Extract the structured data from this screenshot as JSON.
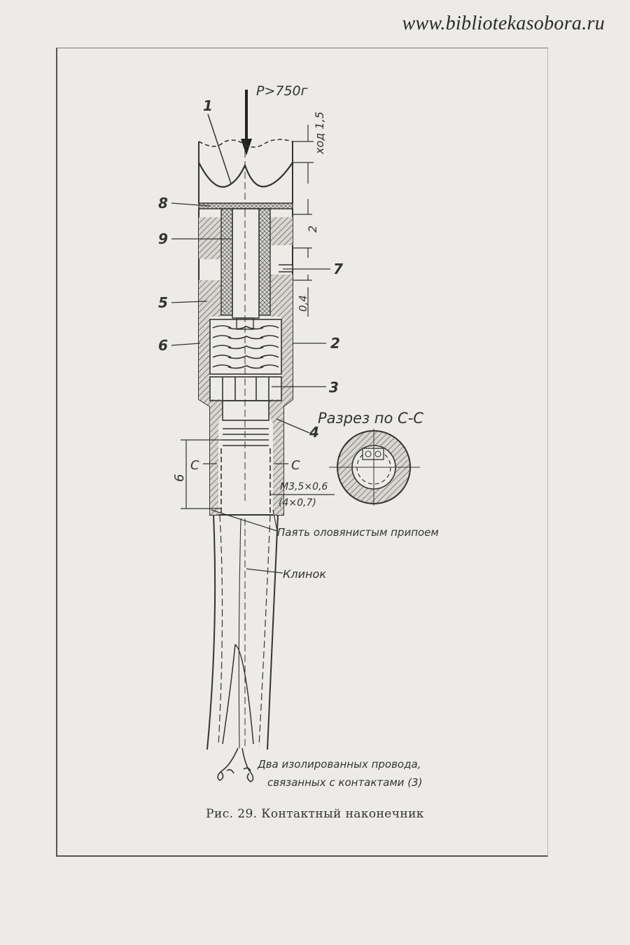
{
  "watermark": "www.bibliotekasobora.ru",
  "caption": "Рис. 29. Контактный наконечник",
  "labels": {
    "force": "P>750г",
    "stroke": "ход 1,5",
    "dim_2": "2",
    "dim_04": "0,4",
    "dim_6": "6",
    "thread": "M3,5×0,6",
    "thread_alt": "(4×0,7)",
    "section_title": "Разрез по С-С",
    "section_c": "С",
    "solder": "Паять оловянистым припоем",
    "blade": "Клинок",
    "wires_line1": "Два изолированных провода,",
    "wires_line2": "связанных с контактами (3)"
  },
  "parts": [
    "1",
    "2",
    "3",
    "4",
    "5",
    "6",
    "7",
    "8",
    "9"
  ]
}
